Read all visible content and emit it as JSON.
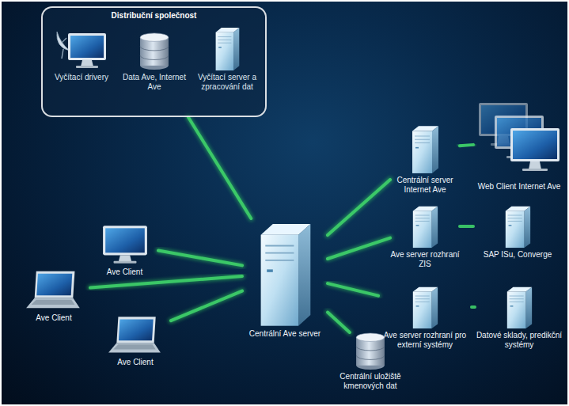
{
  "diagram": {
    "nodes": [
      {
        "text": [
          "Distribuční společnost"
        ]
      },
      {
        "text": [
          "Vyčítací drivery"
        ],
        "in": 0
      },
      {
        "text": [
          "Data Ave, Internet Ave"
        ],
        "in": 0
      },
      {
        "text": [
          "Vyčítací server a zpracování dat"
        ],
        "in": 0
      },
      {
        "text": [
          "Centrální server Internet Ave"
        ]
      },
      {
        "text": [
          "Web Client Internet Ave"
        ]
      },
      {
        "text": [
          "Ave server rozhraní ZIS"
        ]
      },
      {
        "text": [
          "SAP ISu, Converge"
        ]
      },
      {
        "text": [
          "Ave server rozhraní pro externí systémy"
        ]
      },
      {
        "text": [
          "Datové sklady, predikční systémy"
        ]
      },
      {
        "text": [
          "Ave Client"
        ]
      },
      {
        "text": [
          "Ave Client"
        ]
      },
      {
        "text": [
          "Ave Client"
        ]
      },
      {
        "text": [
          "Centrální Ave server"
        ]
      },
      {
        "text": [
          "Centrální uložiště kmenových dat"
        ]
      }
    ],
    "edges": [
      {
        "from": 13,
        "to": 0,
        "arrow": "none"
      },
      {
        "from": 13,
        "to": 4,
        "arrow": "none"
      },
      {
        "from": 4,
        "to": 5,
        "arrow": "none"
      },
      {
        "from": 13,
        "to": 6,
        "arrow": "none"
      },
      {
        "from": 6,
        "to": 7,
        "arrow": "none"
      },
      {
        "from": 13,
        "to": 8,
        "arrow": "none"
      },
      {
        "from": 8,
        "to": 9,
        "arrow": "none"
      },
      {
        "from": 13,
        "to": 10,
        "arrow": "none"
      },
      {
        "from": 13,
        "to": 11,
        "arrow": "none"
      },
      {
        "from": 13,
        "to": 12,
        "arrow": "none"
      },
      {
        "from": 13,
        "to": 14,
        "arrow": "none"
      }
    ]
  }
}
